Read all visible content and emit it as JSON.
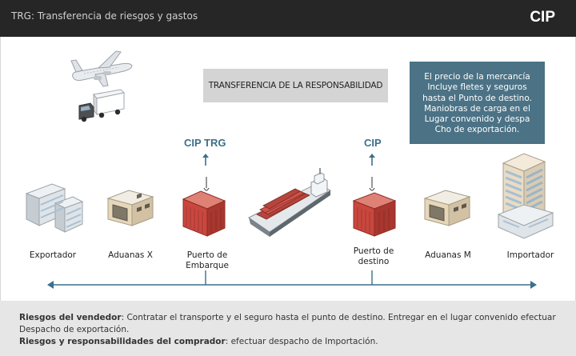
{
  "header": {
    "title": "TRG: Transferencia de riesgos y gastos",
    "badge": "CIP"
  },
  "responsibility_box": "TRANSFERENCIA DE LA RESPONSABILIDAD",
  "price_note": {
    "lines": [
      "El precio de la mercancía",
      "Incluye fletes y seguros",
      "hasta el Punto de destino.",
      "Maniobras de carga en el",
      "Lugar convenido y despa",
      "Cho de exportación."
    ]
  },
  "transfer_points": {
    "origin": "CIP TRG",
    "destination": "CIP"
  },
  "nodes": {
    "exporter": "Exportador",
    "customs_x": "Aduanas X",
    "port_loading": [
      "Puerto de",
      "Embarque"
    ],
    "port_destination": [
      "Puerto de",
      "destino"
    ],
    "customs_m": "Aduanas M",
    "importer": "Importador"
  },
  "icons": {
    "plane": "airplane-icon",
    "truck": "truck-icon",
    "ship": "cargo-ship-icon",
    "exporter": "office-building-icon",
    "customs": "warehouse-icon",
    "container": "shipping-container-icon",
    "importer": "tower-building-icon"
  },
  "colors": {
    "header_bg": "#262626",
    "accent_blue": "#3c6f8a",
    "note_bg": "#4b7285",
    "container_red": "#c9473f",
    "footer_bg": "#e6e6e6"
  },
  "footer": {
    "seller_label": "Riesgos del vendedor",
    "seller_text": ": Contratar el transporte y el seguro hasta el punto de destino. Entregar en el lugar convenido efectuar Despacho de exportación.",
    "buyer_label": "Riesgos y responsabilidades del comprador",
    "buyer_text": ": efectuar despacho de Importación."
  }
}
